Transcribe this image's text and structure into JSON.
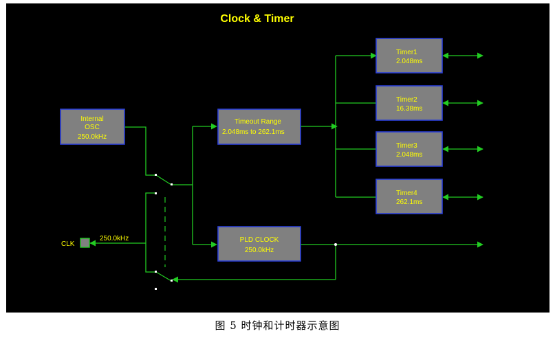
{
  "title": "Clock & Timer",
  "blocks": {
    "osc": {
      "lines": [
        "Internal",
        "OSC",
        "250.0kHz"
      ]
    },
    "timeout": {
      "lines": [
        "Timeout Range",
        "2.048ms to 262.1ms"
      ]
    },
    "pld": {
      "lines": [
        "PLD CLOCK",
        "250.0kHz"
      ]
    },
    "timers": [
      {
        "lines": [
          "Timer1",
          "2.048ms"
        ]
      },
      {
        "lines": [
          "Timer2",
          "16.38ms"
        ]
      },
      {
        "lines": [
          "Timer3",
          "2.048ms"
        ]
      },
      {
        "lines": [
          "Timer4",
          "262.1ms"
        ]
      }
    ]
  },
  "clk": {
    "label": "CLK",
    "freq": "250.0kHz"
  },
  "caption": "图 5    时钟和计时器示意图",
  "colors": {
    "background": "#000000",
    "block_fill": "#808080",
    "block_border": "#2a3fd8",
    "wire": "#22cc22",
    "text": "#ffff00"
  }
}
